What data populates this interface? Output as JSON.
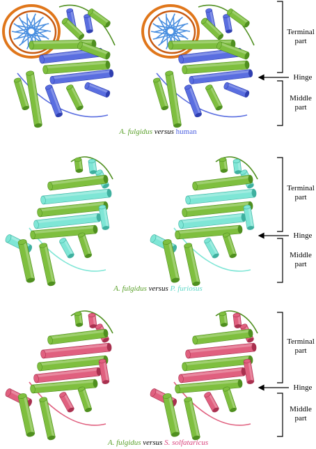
{
  "colors": {
    "fulgidus": "#7fbf3f",
    "fulgidus_dark": "#4f8f1f",
    "human": "#5a6ee0",
    "human_dark": "#2f3fb0",
    "furiosus": "#7fe6d6",
    "furiosus_dark": "#3fb09f",
    "solfataricus": "#e0607f",
    "solfataricus_dark": "#a8304f",
    "dna_backbone": "#e0761a",
    "dna_bases": "#4a8fe0"
  },
  "panels": [
    {
      "id": "human",
      "caption": {
        "a": "A. fulgidus",
        "vs": "versus",
        "b": "human"
      },
      "labels": {
        "terminal": "Terminal",
        "terminal2": "part",
        "hinge": "Hinge",
        "middle": "Middle",
        "middle2": "part"
      }
    },
    {
      "id": "furiosus",
      "caption": {
        "a": "A. fulgidus",
        "vs": "versus",
        "b": "P. furiosus"
      },
      "labels": {
        "terminal": "Terminal",
        "terminal2": "part",
        "hinge": "Hinge",
        "middle": "Middle",
        "middle2": "part"
      }
    },
    {
      "id": "solfataricus",
      "caption": {
        "a": "A. fulgidus",
        "vs": "versus",
        "b": "S. solfataricus"
      },
      "labels": {
        "terminal": "Terminal",
        "terminal2": "part",
        "hinge": "Hinge",
        "middle": "Middle",
        "middle2": "part"
      }
    }
  ]
}
